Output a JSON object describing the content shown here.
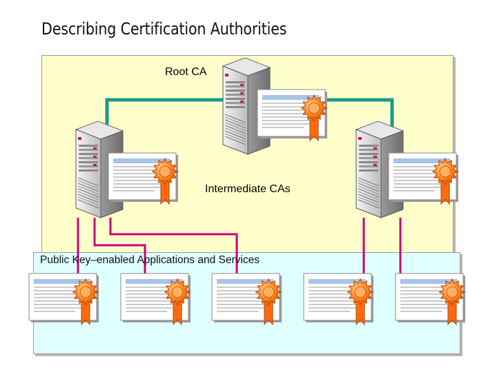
{
  "title": "Describing Certification Authorities",
  "labels": {
    "root_ca": "Root CA",
    "intermediate_cas": "Intermediate CAs",
    "apps": "Public Key–enabled Applications and Services"
  },
  "colors": {
    "ca_panel": "#ffffcc",
    "apps_panel": "#e0ffff",
    "ca_link": "#1a9a8a",
    "cert_flow": "#cc0077",
    "ribbon": "#ff6600",
    "cert_band": "#a8c4e8"
  },
  "icons": [
    "server-icon",
    "certificate-icon"
  ]
}
